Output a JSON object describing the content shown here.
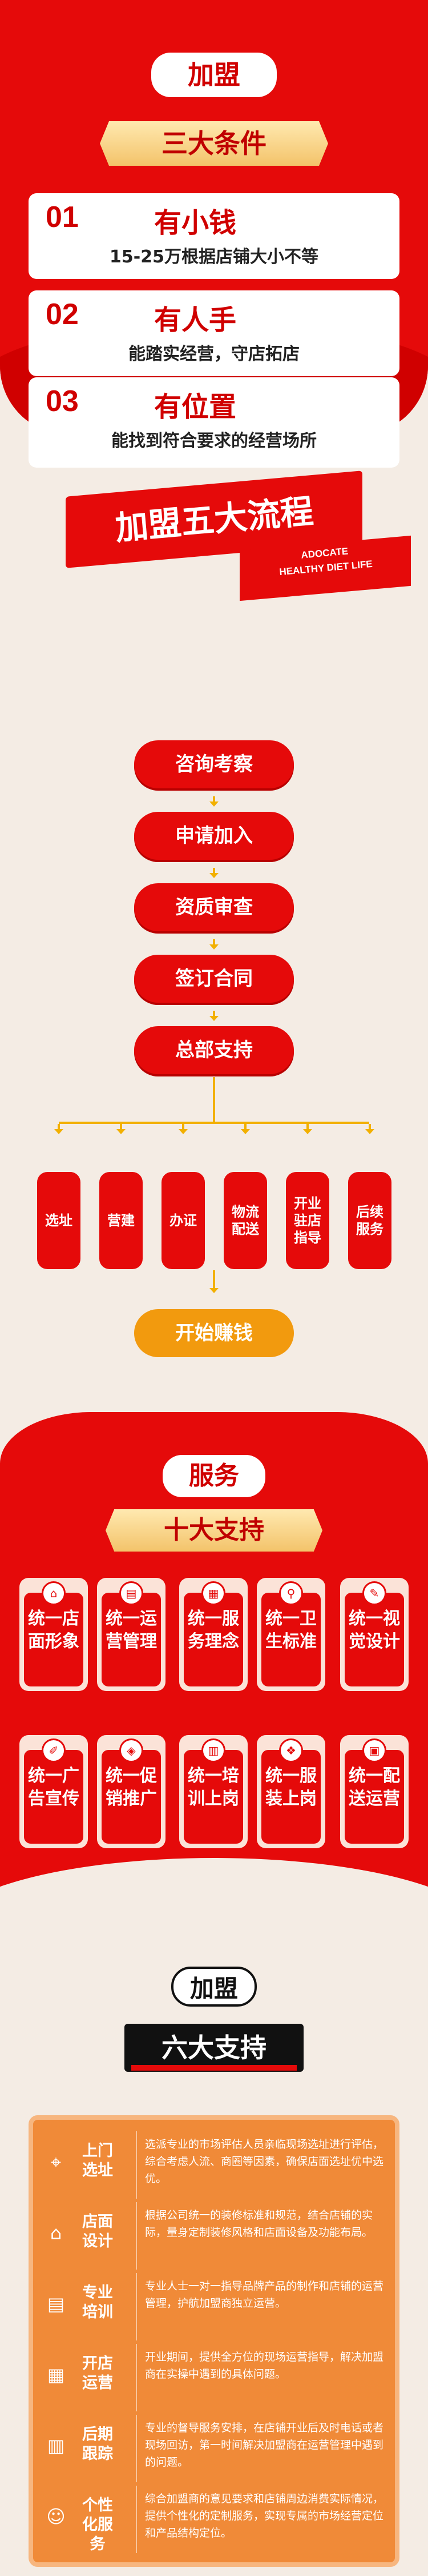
{
  "conditions": {
    "badge": "加盟",
    "title": "三大条件",
    "items": [
      {
        "num": "01",
        "title": "有小钱",
        "desc": "15-25万根据店铺大小不等"
      },
      {
        "num": "02",
        "title": "有人手",
        "desc": "能踏实经营，守店拓店"
      },
      {
        "num": "03",
        "title": "有位置",
        "desc": "能找到符合要求的经营场所"
      }
    ]
  },
  "process": {
    "title": "加盟五大流程",
    "subtitle_line1": "ADOCATE",
    "subtitle_line2": "HEALTHY DIET LIFE",
    "steps": [
      "咨询考察",
      "申请加入",
      "资质审查",
      "签订合同",
      "总部支持"
    ],
    "sub_steps": [
      "选址",
      "营建",
      "办证",
      "物流配送",
      "开业驻店指导",
      "后续服务"
    ],
    "final": "开始赚钱"
  },
  "service": {
    "badge": "服务",
    "title": "十大支持",
    "items": [
      {
        "text": "统一店面形象",
        "icon": "house-icon"
      },
      {
        "text": "统一运营管理",
        "icon": "shop-icon"
      },
      {
        "text": "统一服务理念",
        "icon": "grid-icon"
      },
      {
        "text": "统一卫生标准",
        "icon": "search-icon"
      },
      {
        "text": "统一视觉设计",
        "icon": "paint-icon"
      },
      {
        "text": "统一广告宣传",
        "icon": "pencil-icon"
      },
      {
        "text": "统一促销推广",
        "icon": "tag-icon"
      },
      {
        "text": "统一培训上岗",
        "icon": "chart-icon"
      },
      {
        "text": "统一服装上岗",
        "icon": "shirt-icon"
      },
      {
        "text": "统一配送运营",
        "icon": "truck-icon"
      }
    ]
  },
  "six": {
    "badge": "加盟",
    "title": "六大支持",
    "items": [
      {
        "label": "上门选址",
        "icon": "location-icon",
        "desc": "选派专业的市场评估人员亲临现场选址进行评估，综合考虑人流、商圈等因素，确保店面选址优中选优。"
      },
      {
        "label": "店面设计",
        "icon": "house-icon",
        "desc": "根据公司统一的装修标准和规范，结合店铺的实际，量身定制装修风格和店面设备及功能布局。"
      },
      {
        "label": "专业培训",
        "icon": "certificate-icon",
        "desc": "专业人士一对一指导品牌产品的制作和店铺的运营管理，护航加盟商独立运营。"
      },
      {
        "label": "开店运营",
        "icon": "shop-icon",
        "desc": "开业期间，提供全方位的现场运营指导，解决加盟商在实操中遇到的具体问题。"
      },
      {
        "label": "后期跟踪",
        "icon": "chart-icon",
        "desc": "专业的督导服务安排，在店铺开业后及时电话或者现场回访，第一时间解决加盟商在运营管理中遇到的问题。"
      },
      {
        "label": "个性化服务",
        "icon": "user-icon",
        "desc": "综合加盟商的意见要求和店铺周边消费实际情况，提供个性化的定制服务，实现专属的市场经营定位和产品结构定位。"
      }
    ]
  },
  "colors": {
    "red": "#e50a0a",
    "gold": "#f3c36a",
    "orange": "#f08a38",
    "background": "#f4ece4"
  }
}
